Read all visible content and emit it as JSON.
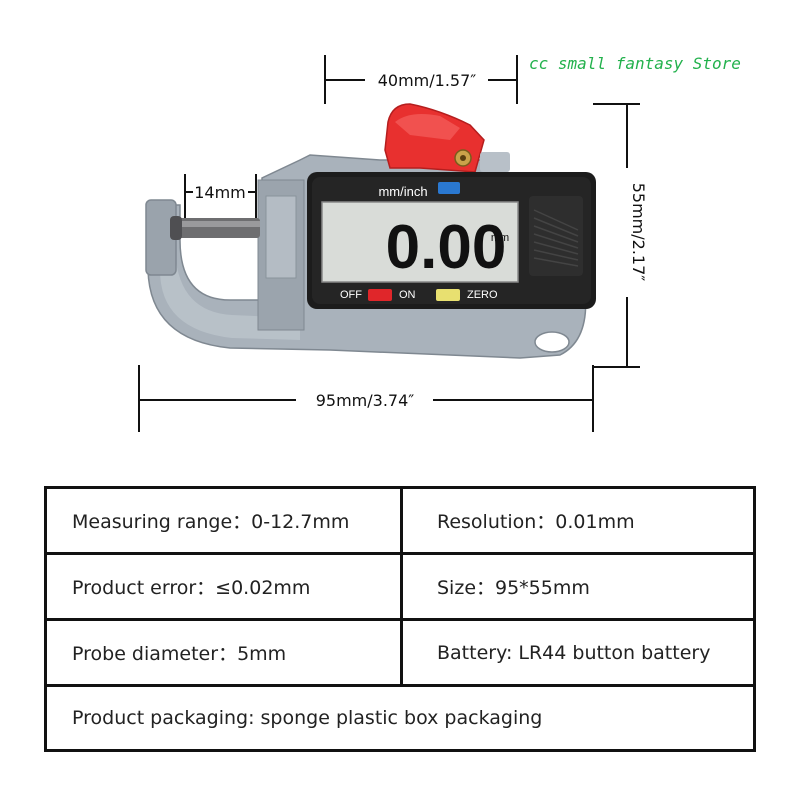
{
  "store_name": "cc small fantasy Store",
  "dimensions": {
    "top_width": "40mm/1.57″",
    "jaw_depth": "14mm",
    "height": "55mm/2.17″",
    "total_width": "95mm/3.74″"
  },
  "device": {
    "unit_switch_label": "mm/inch",
    "reading": "0.00",
    "reading_unit": "mm",
    "off_label": "OFF",
    "on_label": "ON",
    "zero_label": "ZERO",
    "colors": {
      "body": "#a9b2bb",
      "lever": "#e8302f",
      "housing": "#1c1c1c",
      "lcd": "#d9dcd8",
      "off_button": "#e0262a",
      "zero_button": "#e8e070",
      "unit_button": "#2a78d0"
    }
  },
  "specs": {
    "rows": [
      {
        "left": "Measuring range：0-12.7mm",
        "right": "Resolution：0.01mm"
      },
      {
        "left": "Product error：≤0.02mm",
        "right": "Size：95*55mm"
      },
      {
        "left": "Probe diameter：5mm",
        "right": "Battery: LR44 button battery"
      }
    ],
    "footer": "Product packaging: sponge plastic box packaging"
  }
}
